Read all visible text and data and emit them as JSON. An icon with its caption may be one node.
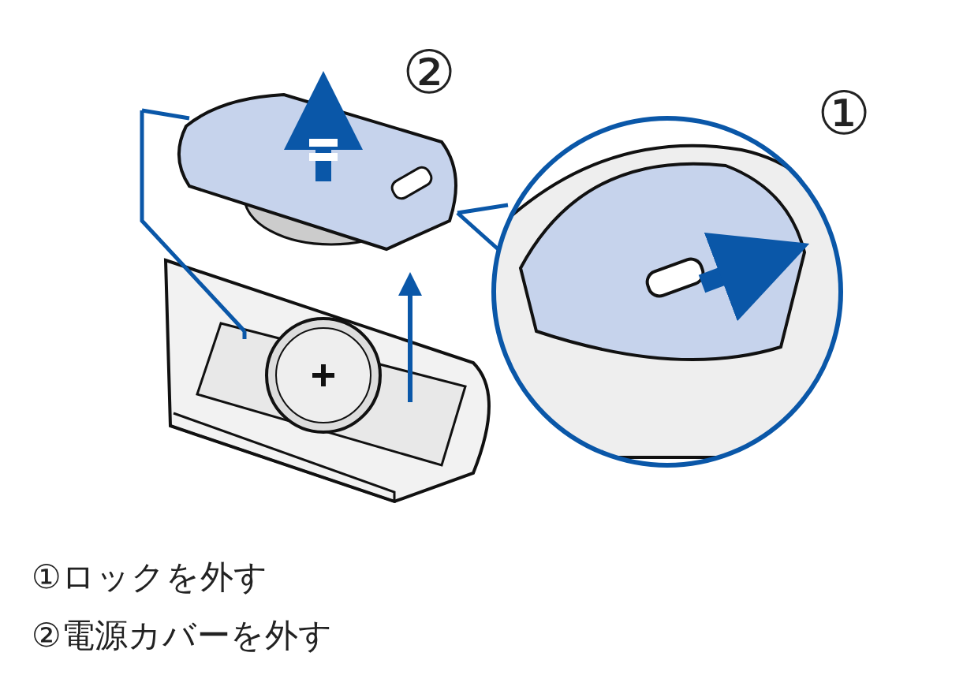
{
  "diagram": {
    "labels": [
      "②",
      "①",
      "①ロックを外す",
      "②電源カバーを外す"
    ]
  }
}
